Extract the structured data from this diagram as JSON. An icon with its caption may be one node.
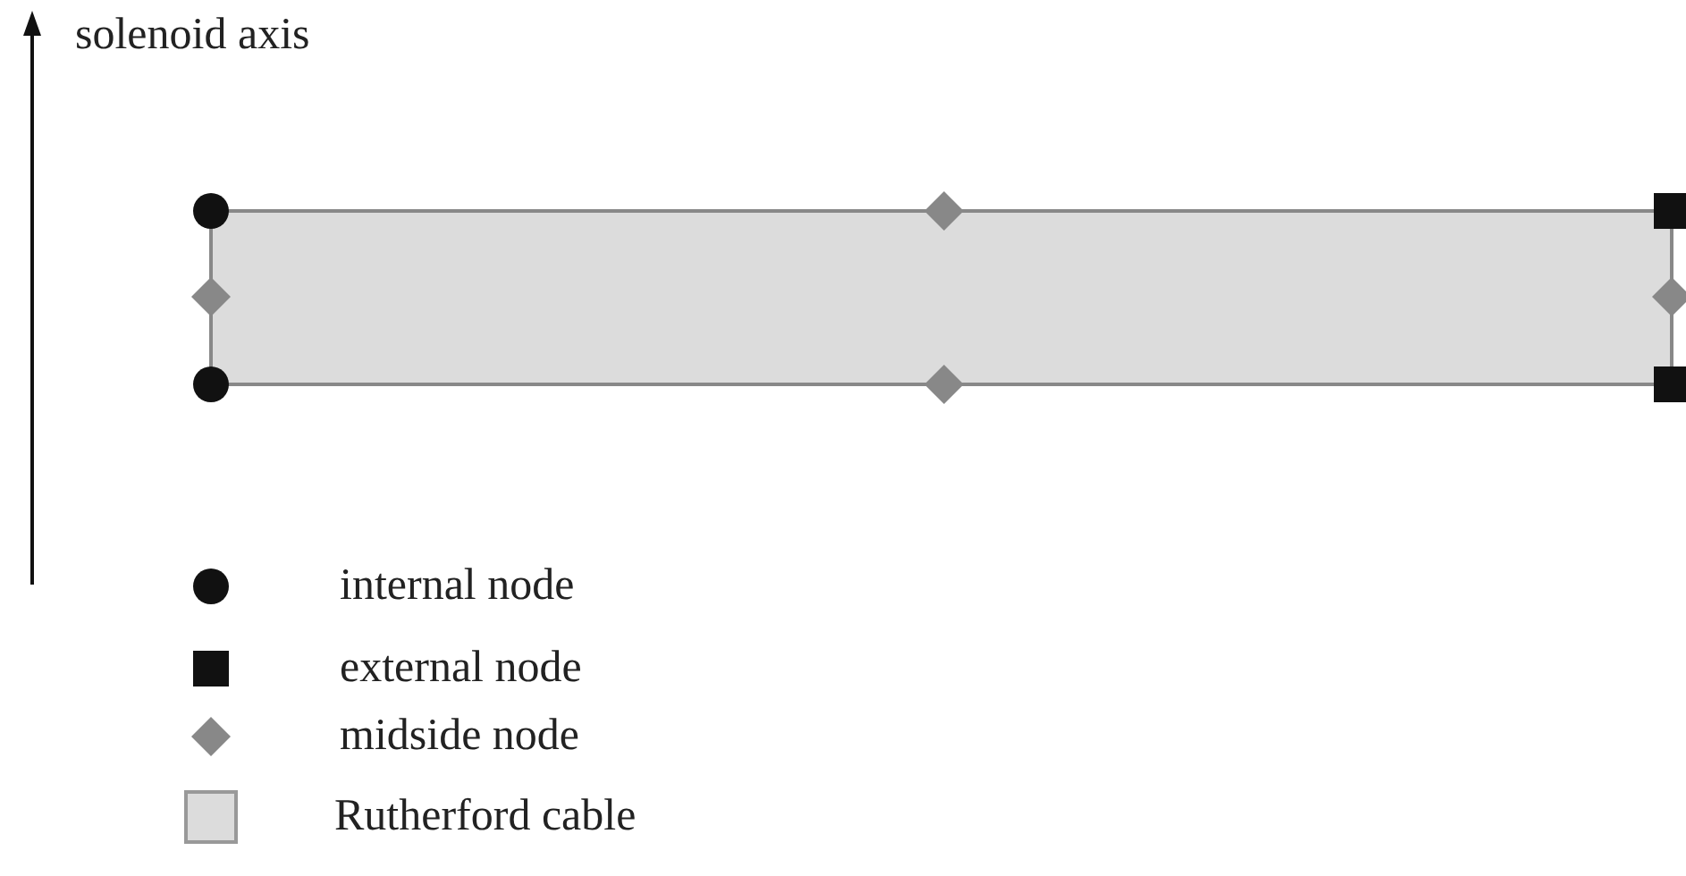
{
  "diagram": {
    "labels": [
      "solenoid axis"
    ],
    "legend": [
      {
        "text": "internal node"
      },
      {
        "text": "external node"
      },
      {
        "text": "midside node"
      },
      {
        "text": "Rutherford cable",
        "color": "#dcdcdc"
      }
    ]
  }
}
